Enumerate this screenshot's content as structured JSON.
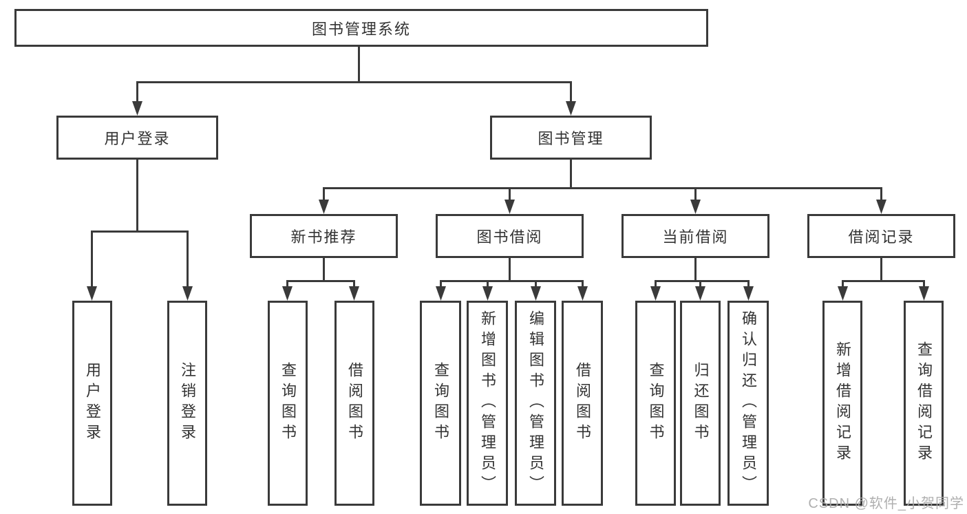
{
  "colors": {
    "line": "#3a3a3a",
    "text": "#333333",
    "watermark": "#a9a9a9",
    "background": "#ffffff"
  },
  "nodes": {
    "root": {
      "label": "图书管理系统"
    },
    "branches": [
      {
        "label": "用户登录"
      },
      {
        "label": "图书管理"
      }
    ],
    "sections": [
      {
        "label": "新书推荐"
      },
      {
        "label": "图书借阅"
      },
      {
        "label": "当前借阅"
      },
      {
        "label": "借阅记录"
      }
    ],
    "leaves": {
      "user_login": [
        {
          "label": "用户登录"
        },
        {
          "label": "注销登录"
        }
      ],
      "new_book": [
        {
          "label": "查询图书"
        },
        {
          "label": "借阅图书"
        }
      ],
      "book_borrow": [
        {
          "label": "查询图书"
        },
        {
          "label": "新增图书（管理员）"
        },
        {
          "label": "编辑图书（管理员）"
        },
        {
          "label": "借阅图书"
        }
      ],
      "current_borrow": [
        {
          "label": "查询图书"
        },
        {
          "label": "归还图书"
        },
        {
          "label": "确认归还（管理员）"
        }
      ],
      "borrow_records": [
        {
          "label": "新增借阅记录"
        },
        {
          "label": "查询借阅记录"
        }
      ]
    }
  },
  "watermark": {
    "text": "CSDN @软件_小贺同学"
  }
}
